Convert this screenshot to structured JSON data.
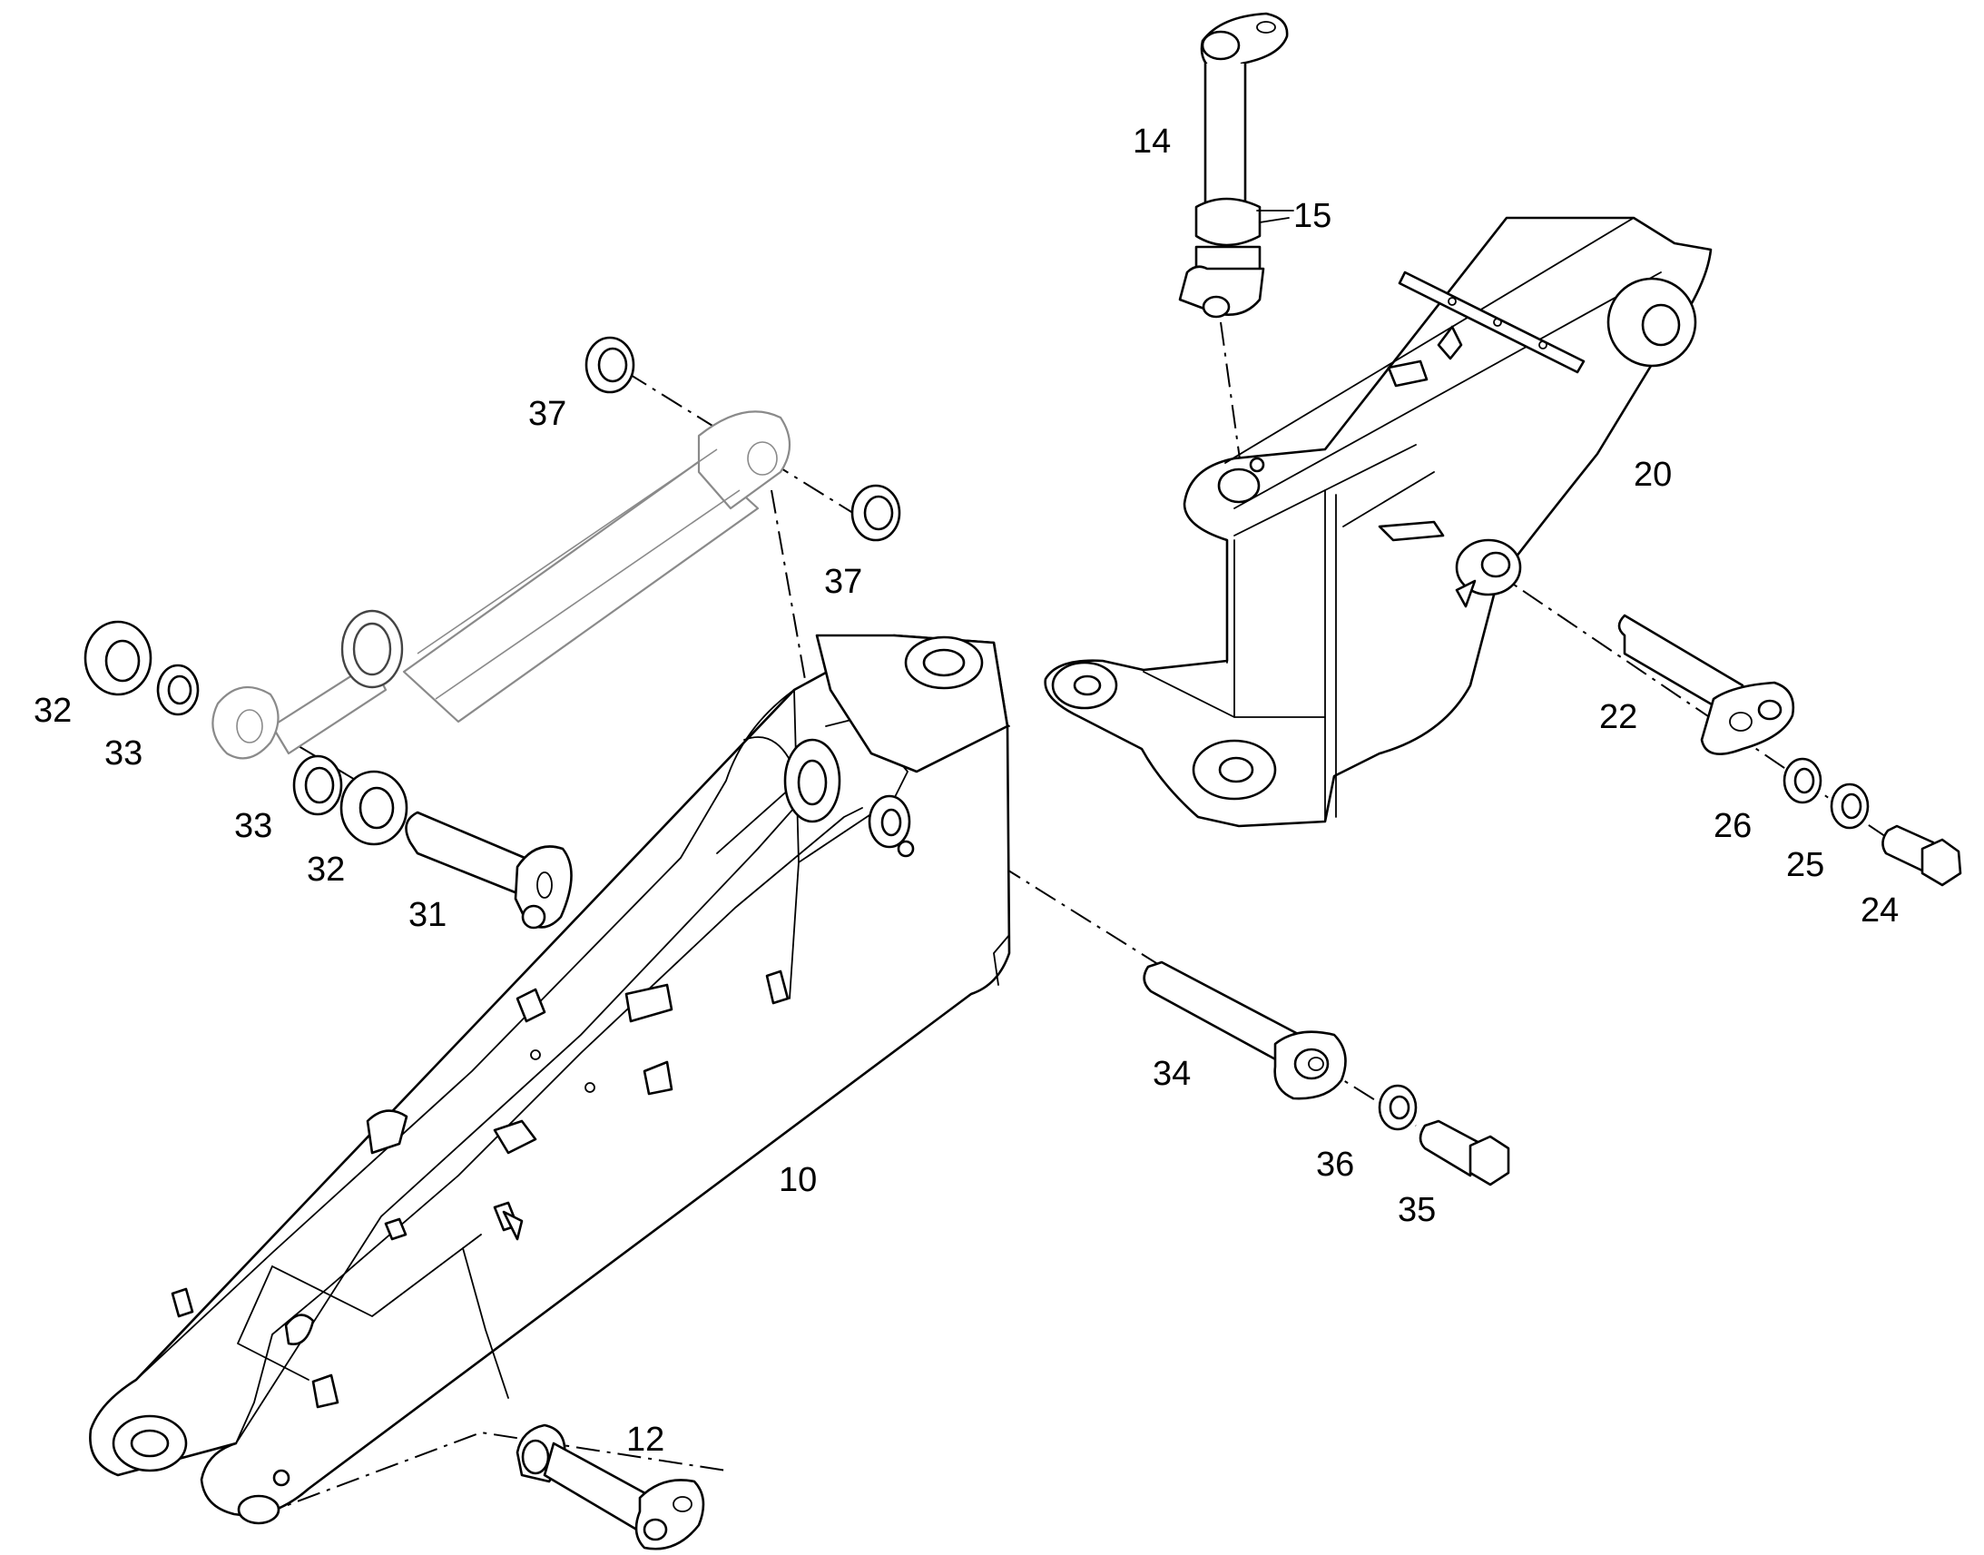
{
  "diagram": {
    "callouts": [
      {
        "id": "c14",
        "text": "14"
      },
      {
        "id": "c15",
        "text": "15"
      },
      {
        "id": "c20",
        "text": "20"
      },
      {
        "id": "c37a",
        "text": "37"
      },
      {
        "id": "c37b",
        "text": "37"
      },
      {
        "id": "c32a",
        "text": "32"
      },
      {
        "id": "c33a",
        "text": "33"
      },
      {
        "id": "c33b",
        "text": "33"
      },
      {
        "id": "c32b",
        "text": "32"
      },
      {
        "id": "c31",
        "text": "31"
      },
      {
        "id": "c22",
        "text": "22"
      },
      {
        "id": "c26",
        "text": "26"
      },
      {
        "id": "c25",
        "text": "25"
      },
      {
        "id": "c24",
        "text": "24"
      },
      {
        "id": "c34",
        "text": "34"
      },
      {
        "id": "c36",
        "text": "36"
      },
      {
        "id": "c35",
        "text": "35"
      },
      {
        "id": "c10",
        "text": "10"
      },
      {
        "id": "c12",
        "text": "12"
      }
    ]
  }
}
